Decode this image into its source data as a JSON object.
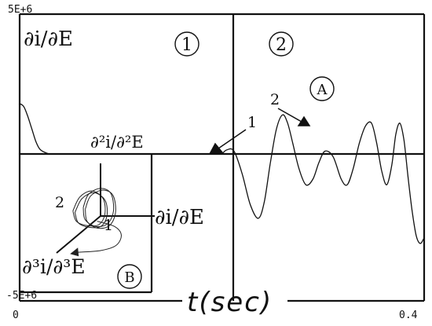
{
  "chart_data": {
    "type": "line",
    "title": "",
    "xlabel": "t(sec)",
    "ylabel": "",
    "xlim": [
      0,
      0.4
    ],
    "ylim": [
      -5000000,
      5000000
    ],
    "tick_labels": {
      "y_top": "5E+6",
      "y_bottom": "-5E+6",
      "x_left": "0",
      "x_right": "0.4"
    },
    "panel_titles": {
      "top_left": "∂i/∂E",
      "phase": "∂²i/∂²E",
      "phase_x_axis": "∂i/∂E",
      "phase_z_axis": "∂³i/∂³E"
    },
    "region_labels": [
      "1",
      "2"
    ],
    "circle_labels": [
      "A",
      "B"
    ],
    "annotations": {
      "arrow_1": "1",
      "arrow_2": "2",
      "loop_2": "2",
      "loop_1": "1"
    },
    "series": [
      {
        "x": [
          0.0,
          0.004,
          0.008,
          0.012,
          0.016,
          0.02,
          0.026,
          0.03,
          0.036,
          0.045,
          0.06,
          0.08,
          0.1,
          0.12,
          0.14,
          0.16,
          0.18,
          0.2
        ],
        "values": [
          1800000,
          1700000,
          1350000,
          900000,
          450000,
          170000,
          40000,
          0,
          0,
          0,
          0,
          0,
          0,
          0,
          0,
          0,
          0,
          0
        ]
      },
      {
        "x": [
          0.2,
          0.205,
          0.212,
          0.22,
          0.228,
          0.236,
          0.242,
          0.248,
          0.254,
          0.26,
          0.265,
          0.27,
          0.276,
          0.283,
          0.29,
          0.296,
          0.302,
          0.31,
          0.318,
          0.324,
          0.33,
          0.336,
          0.342,
          0.348,
          0.353,
          0.358,
          0.363,
          0.368,
          0.372,
          0.376,
          0.38,
          0.384,
          0.388,
          0.392,
          0.396,
          0.4
        ],
        "values": [
          0,
          150000,
          100000,
          -700000,
          -1800000,
          -2300000,
          -1700000,
          -300000,
          900000,
          1400000,
          1100000,
          400000,
          -500000,
          -1100000,
          -900000,
          -300000,
          100000,
          -100000,
          -900000,
          -1100000,
          -500000,
          400000,
          1000000,
          1100000,
          400000,
          -600000,
          -1100000,
          -400000,
          700000,
          1100000,
          500000,
          -800000,
          -2000000,
          -2900000,
          -3200000,
          -3000000
        ]
      }
    ],
    "phase_portrait": {
      "loops": [
        {
          "name": "2",
          "points": [
            [
              -1.6,
              0.3
            ],
            [
              -1.2,
              1.1
            ],
            [
              -0.5,
              1.45
            ],
            [
              0.15,
              1.0
            ],
            [
              0.25,
              0.1
            ],
            [
              -0.1,
              -0.5
            ],
            [
              -0.8,
              -0.55
            ],
            [
              -1.4,
              -0.3
            ],
            [
              -1.6,
              0.3
            ]
          ]
        },
        {
          "name": "1",
          "points": [
            [
              -1.0,
              0.5
            ],
            [
              -0.7,
              1.25
            ],
            [
              0.0,
              1.6
            ],
            [
              0.6,
              1.3
            ],
            [
              0.75,
              0.3
            ],
            [
              0.4,
              -0.45
            ],
            [
              -0.3,
              -0.6
            ],
            [
              -0.9,
              -0.2
            ],
            [
              -1.0,
              0.5
            ]
          ]
        }
      ],
      "tail": [
        [
          -0.2,
          -0.3
        ],
        [
          0.8,
          -0.6
        ],
        [
          1.2,
          -1.1
        ],
        [
          0.9,
          -1.7
        ],
        [
          0.0,
          -2.0
        ],
        [
          -1.4,
          -2.1
        ]
      ]
    }
  }
}
